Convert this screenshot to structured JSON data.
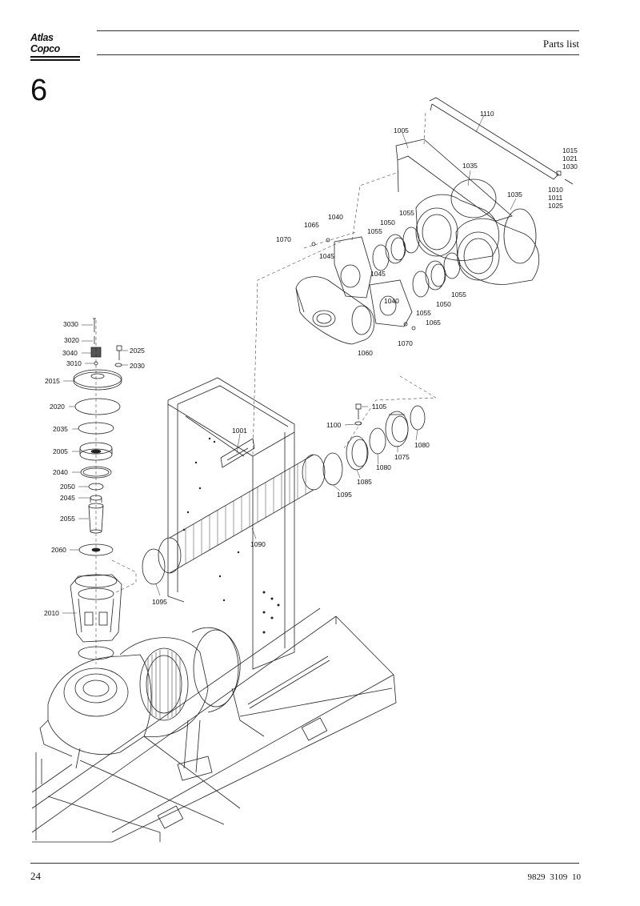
{
  "header": {
    "brand": "Atlas Copco",
    "section_title": "Parts list",
    "chapter_number": "6"
  },
  "footer": {
    "page_number": "24",
    "document_number": "9829 3109 10"
  },
  "callouts": {
    "c1110": "1110",
    "c1005": "1005",
    "c1015": "1015",
    "c1021": "1021",
    "c1030": "1030",
    "c1035a": "1035",
    "c1035b": "1035",
    "c1010": "1010",
    "c1011": "1011",
    "c1025": "1025",
    "c1065a": "1065",
    "c1040a": "1040",
    "c1050a": "1050",
    "c1055a": "1055",
    "c1070a": "1070",
    "c1055b": "1055",
    "c1045a": "1045",
    "c1045b": "1045",
    "c1040b": "1040",
    "c1050b": "1050",
    "c1055c": "1055",
    "c1055d": "1055",
    "c1065b": "1065",
    "c1060": "1060",
    "c1070b": "1070",
    "c3030": "3030",
    "c3020": "3020",
    "c3040": "3040",
    "c2025": "2025",
    "c3010": "3010",
    "c2030": "2030",
    "c2015": "2015",
    "c2020": "2020",
    "c2035": "2035",
    "c2005": "2005",
    "c2040": "2040",
    "c2050": "2050",
    "c2045": "2045",
    "c2055": "2055",
    "c2060": "2060",
    "c2010": "2010",
    "c1001": "1001",
    "c1105": "1105",
    "c1100": "1100",
    "c1080a": "1080",
    "c1075": "1075",
    "c1080b": "1080",
    "c1085": "1085",
    "c1095a": "1095",
    "c1090": "1090",
    "c1095b": "1095"
  }
}
